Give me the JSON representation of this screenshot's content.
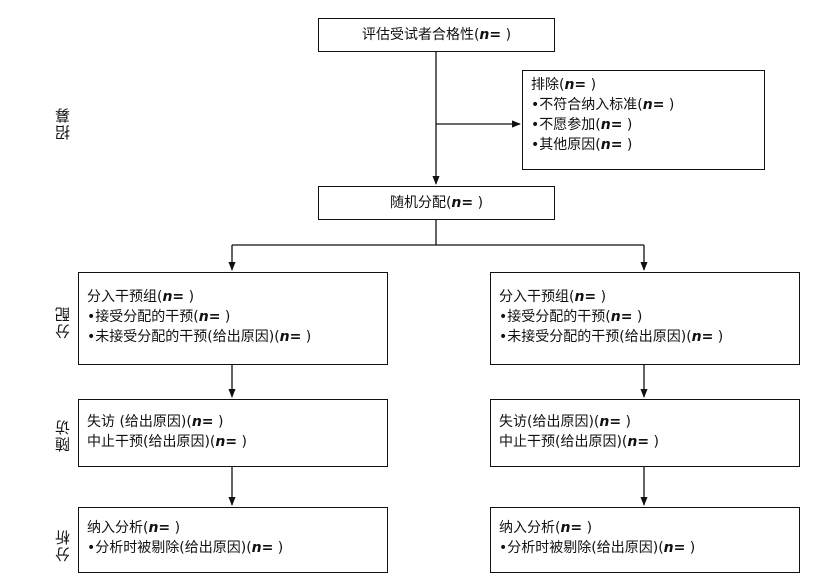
{
  "side_labels": {
    "recruit": "招募",
    "allocate": "分配",
    "followup": "随访",
    "analysis": "分析"
  },
  "n_marker": "n=",
  "assess": {
    "text": "评估受试者合格性(",
    "close": " )"
  },
  "exclude": {
    "title": "排除(",
    "items": [
      "不符合纳入标准(",
      "不愿参加(",
      "其他原因("
    ],
    "close": " )"
  },
  "randomize": {
    "text": "随机分配(",
    "close": " )"
  },
  "groups": [
    {
      "allocation": {
        "title": "分入干预组(",
        "items": [
          "接受分配的干预(",
          "未接受分配的干预(给出原因)("
        ]
      },
      "followup": {
        "lines": [
          "失访 (给出原因)(",
          "中止干预(给出原因)("
        ]
      },
      "analysis": {
        "title": "纳入分析(",
        "items": [
          "分析时被剔除(给出原因)("
        ]
      }
    },
    {
      "allocation": {
        "title": "分入干预组(",
        "items": [
          "接受分配的干预(",
          "未接受分配的干预(给出原因)("
        ]
      },
      "followup": {
        "lines": [
          "失访(给出原因)(",
          "中止干预(给出原因)("
        ]
      },
      "analysis": {
        "title": "纳入分析(",
        "items": [
          "分析时被剔除(给出原因)("
        ]
      }
    }
  ],
  "close": " )"
}
